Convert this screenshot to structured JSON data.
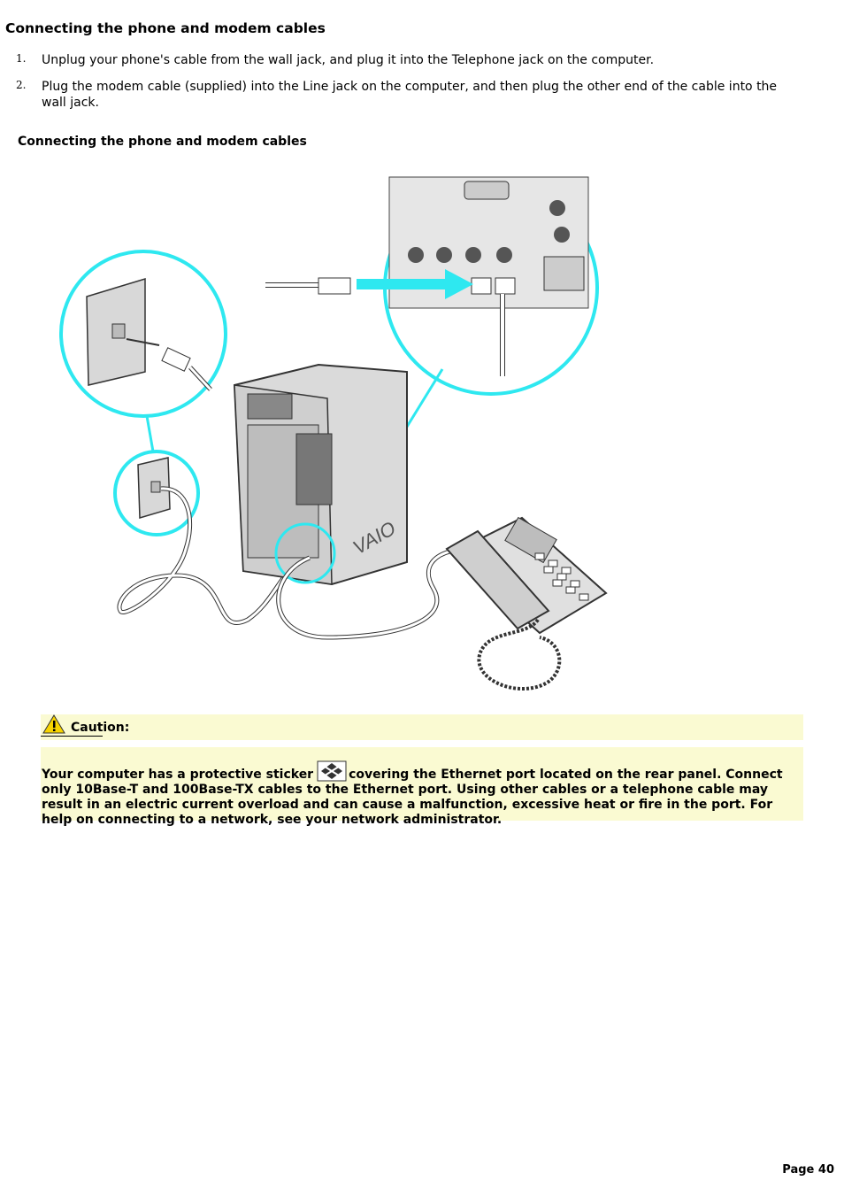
{
  "title": "Connecting the phone and modem cables",
  "steps": [
    {
      "num": "1.",
      "text": "Unplug your phone's cable from the wall jack, and plug it into the Telephone jack on the computer."
    },
    {
      "num": "2.",
      "text": "Plug the modem cable (supplied) into the Line jack on the computer, and then plug the other end of the cable into the wall jack."
    }
  ],
  "figure_title": "Connecting the phone and modem cables",
  "figure": {
    "brand_logo": "VAIO"
  },
  "caution": {
    "label": "Caution:",
    "text_before": "Your computer has a protective sticker",
    "text_after": "covering the Ethernet port located on the rear panel. Connect only 10Base-T and 100Base-TX cables to the Ethernet port. Using other cables or a telephone cable may result in an electric current overload and can cause a malfunction, excessive heat or fire in the port. For help on connecting to a network, see your network administrator.",
    "background": "#fafad2",
    "warning_icon": "warning-triangle-icon",
    "sticker_icon": "ethernet-sticker-icon"
  },
  "footer": {
    "page": "Page 40"
  },
  "colors": {
    "callout": "#2ee8f0"
  }
}
